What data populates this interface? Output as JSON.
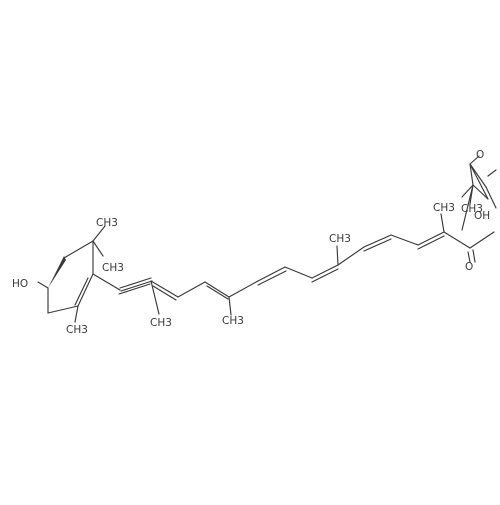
{
  "labels": {
    "hydroxyl_left": "HO",
    "hydroxyl_right": "OH",
    "epoxide_oxygen": "O",
    "ketone_oxygen": "O",
    "methyl": "CH3"
  },
  "colors": {
    "ink": "#3a3a3a",
    "background": "#ffffff"
  }
}
